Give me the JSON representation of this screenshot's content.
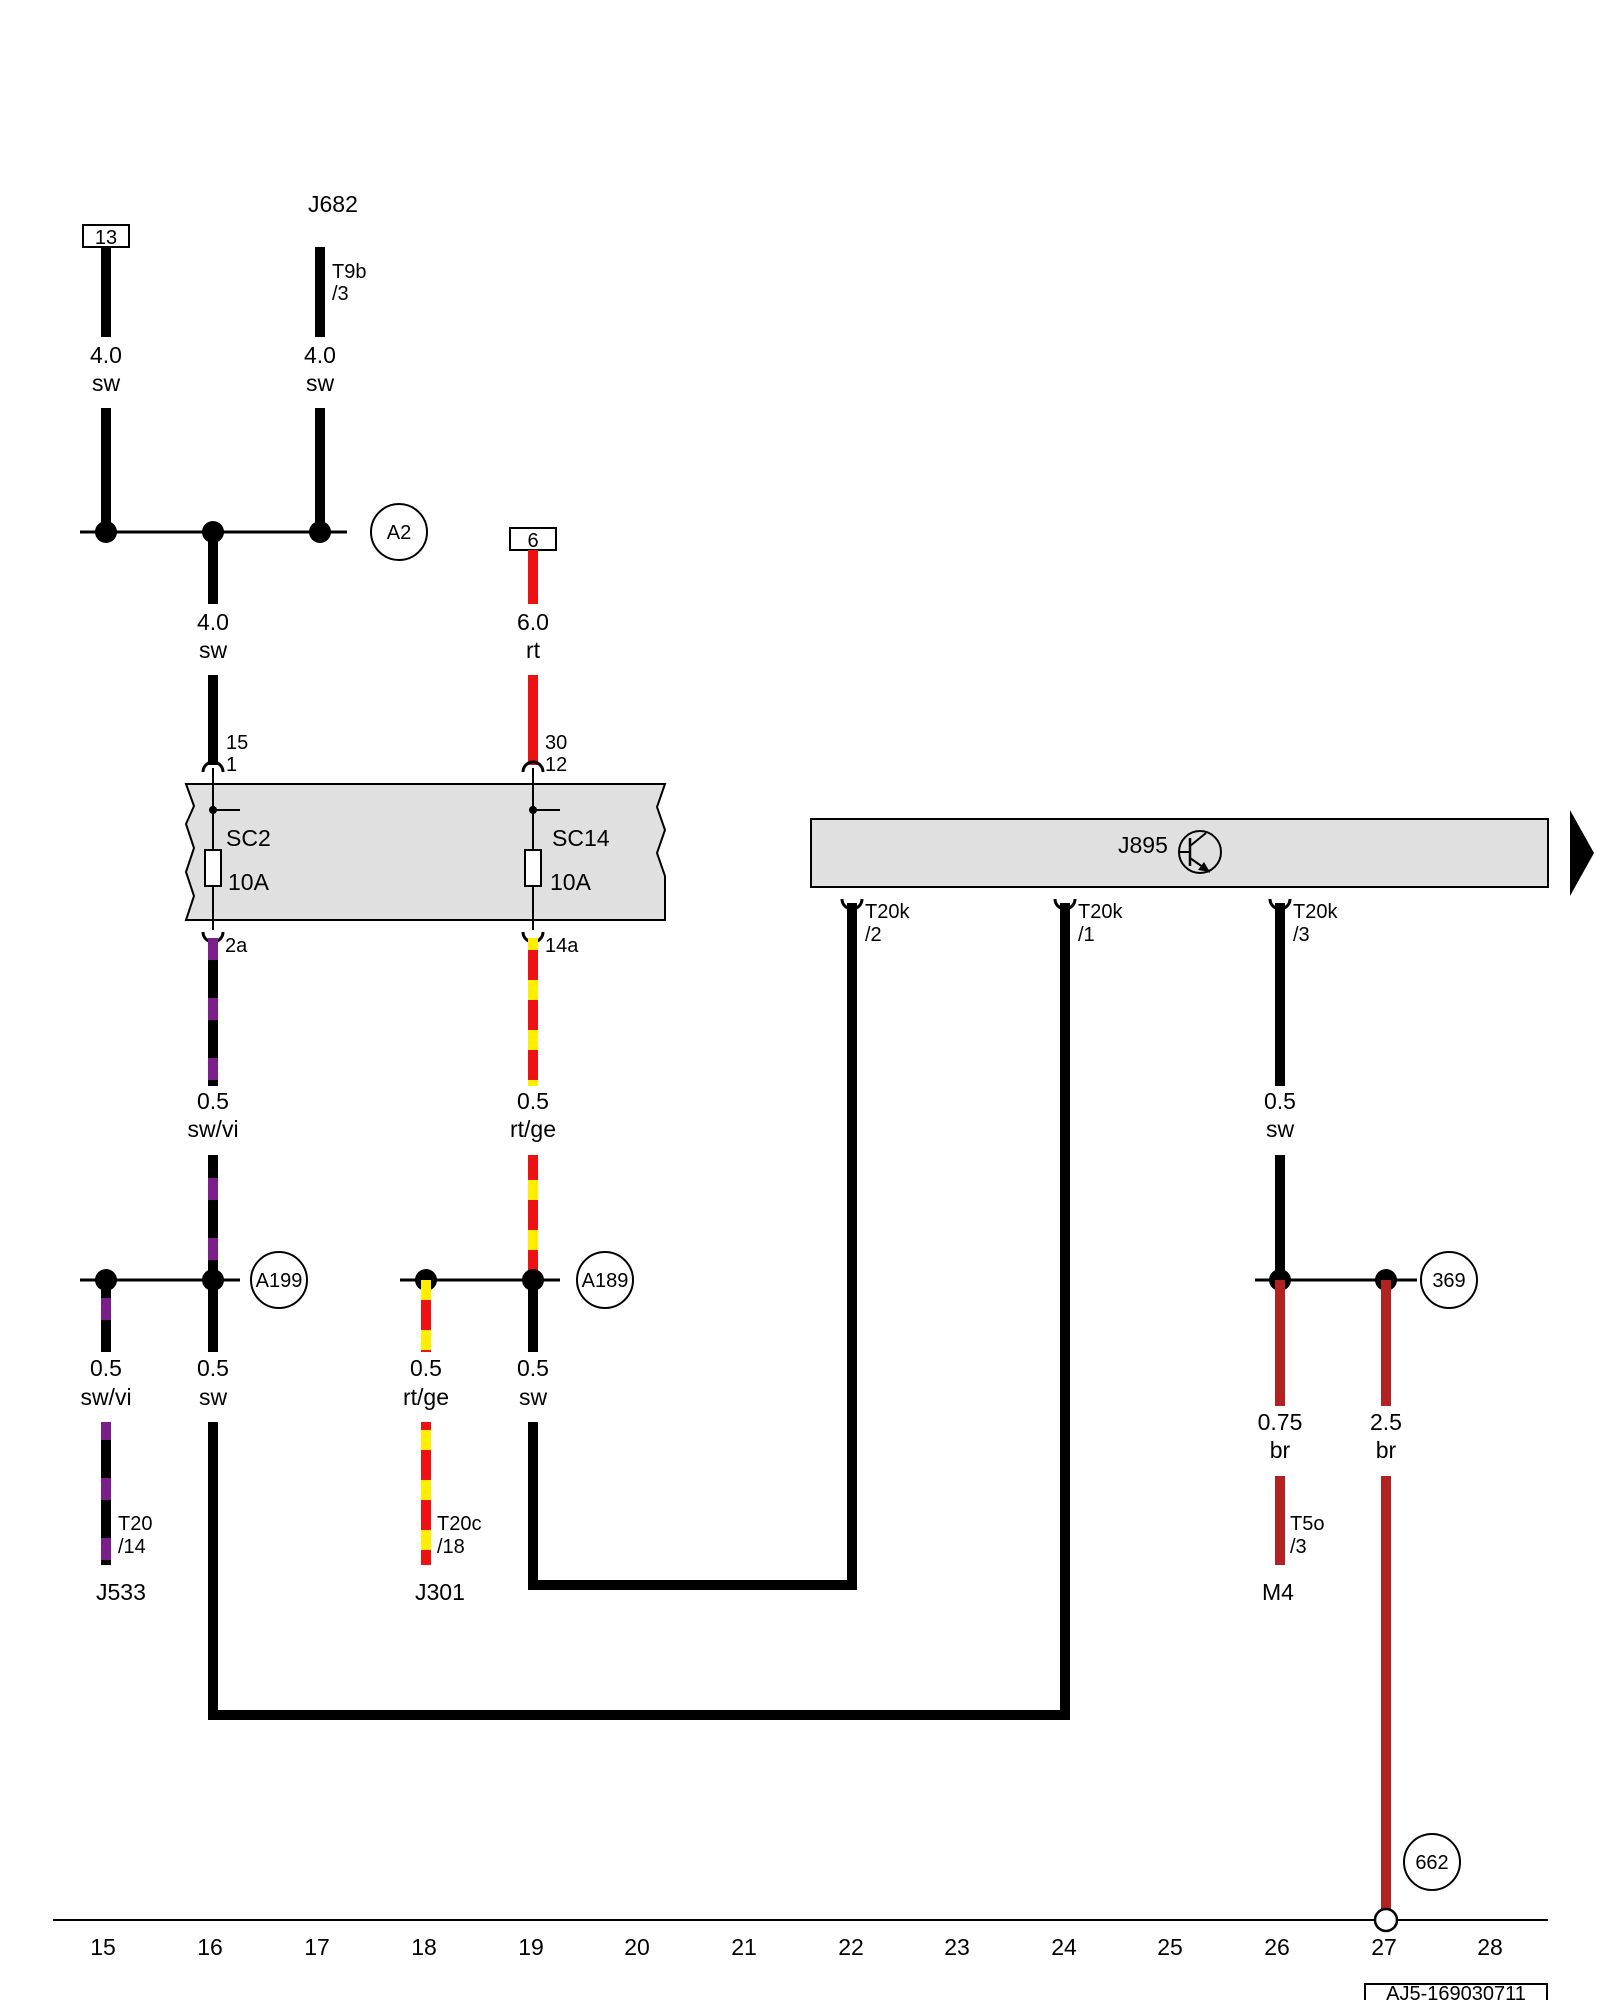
{
  "colors": {
    "black": "#000000",
    "red": "#ee1111",
    "yellow": "#ffee00",
    "violet": "#7a1f8a",
    "brown": "#b22222",
    "module_fill": "#e0e0e0"
  },
  "top_boxes": {
    "box13": "13",
    "box6": "6"
  },
  "components": {
    "j682": "J682",
    "j895": "J895",
    "sc2": "SC2",
    "sc14": "SC14",
    "j533": "J533",
    "j301": "J301",
    "m4": "M4"
  },
  "fuses": {
    "sc2_rating": "10A",
    "sc14_rating": "10A"
  },
  "pins": {
    "t9b": "T9b",
    "t9b_pin": "/3",
    "sc2_in_top": "15",
    "sc2_in_bot": "1",
    "sc14_in_top": "30",
    "sc14_in_bot": "12",
    "sc2_out": "2a",
    "sc14_out": "14a",
    "t20k_a": "T20k",
    "t20k_a_pin": "/2",
    "t20k_b": "T20k",
    "t20k_b_pin": "/1",
    "t20k_c": "T20k",
    "t20k_c_pin": "/3",
    "t20": "T20",
    "t20_pin": "/14",
    "t20c": "T20c",
    "t20c_pin": "/18",
    "t5o": "T5o",
    "t5o_pin": "/3"
  },
  "wires": {
    "w1_size": "4.0",
    "w1_color": "sw",
    "w2_size": "4.0",
    "w2_color": "sw",
    "w3_size": "4.0",
    "w3_color": "sw",
    "w4_size": "6.0",
    "w4_color": "rt",
    "w5_size": "0.5",
    "w5_color": "sw/vi",
    "w6_size": "0.5",
    "w6_color": "rt/ge",
    "w7_size": "0.5",
    "w7_color": "sw",
    "w8_size": "0.5",
    "w8_color": "sw/vi",
    "w9_size": "0.5",
    "w9_color": "sw",
    "w10_size": "0.5",
    "w10_color": "rt/ge",
    "w11_size": "0.5",
    "w11_color": "sw",
    "w12_size": "0.75",
    "w12_color": "br",
    "w13_size": "2.5",
    "w13_color": "br"
  },
  "refs": {
    "a2": "A2",
    "a199": "A199",
    "a189": "A189",
    "r369": "369",
    "r662": "662"
  },
  "ruler": [
    "15",
    "16",
    "17",
    "18",
    "19",
    "20",
    "21",
    "22",
    "23",
    "24",
    "25",
    "26",
    "27",
    "28"
  ],
  "image_id": "AJ5-169030711"
}
